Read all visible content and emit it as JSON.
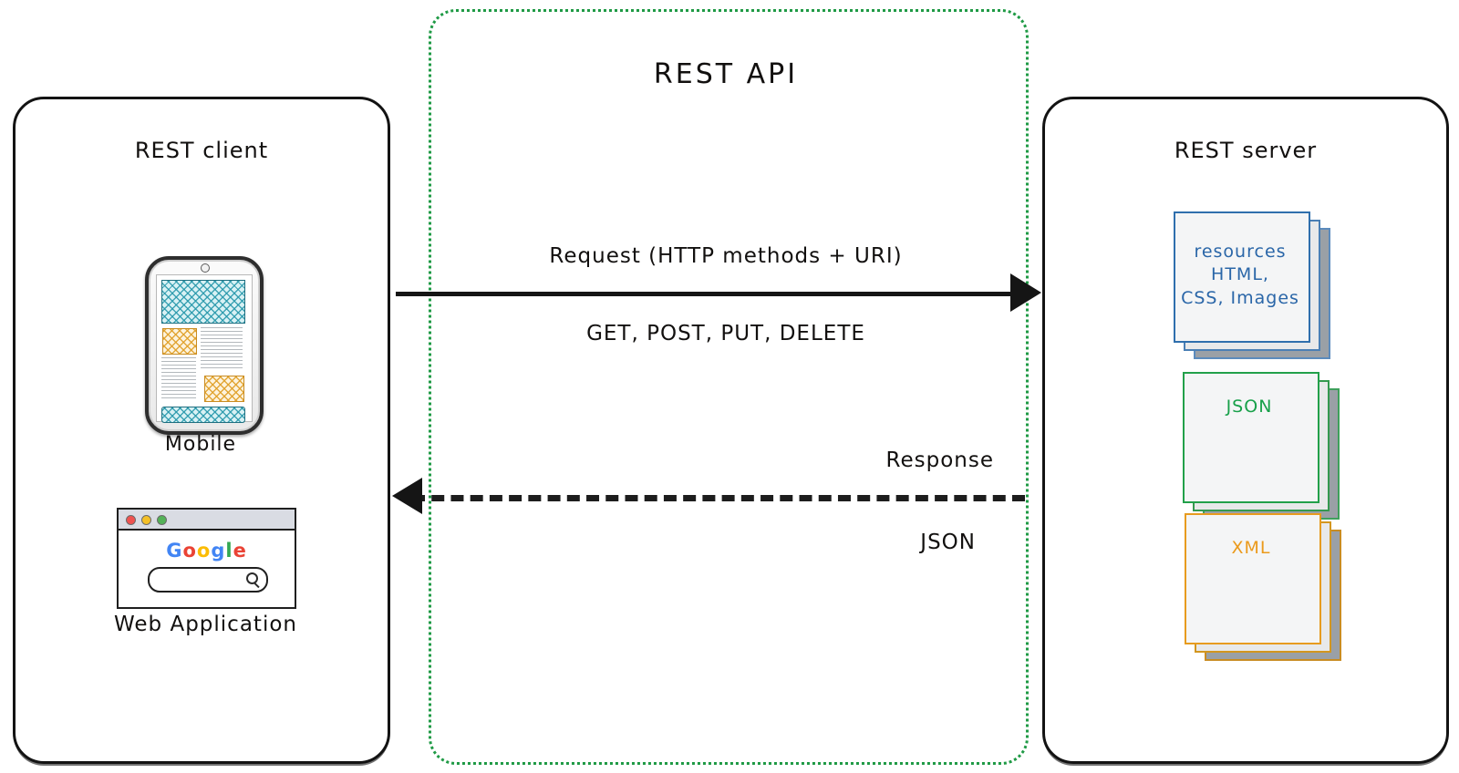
{
  "diagram": {
    "title": "REST API architecture diagram",
    "api_region": {
      "title": "REST API",
      "border_color": "#1f9a45"
    },
    "client": {
      "title": "REST client",
      "devices": [
        {
          "name": "mobile",
          "caption": "Mobile"
        },
        {
          "name": "web-application",
          "caption": "Web Application",
          "browser": {
            "logo_letters": [
              "G",
              "o",
              "o",
              "g",
              "l",
              "e"
            ],
            "logo_colors": [
              "#4285F4",
              "#EA4335",
              "#FBBC05",
              "#4285F4",
              "#34A853",
              "#EA4335"
            ],
            "traffic_lights": [
              "#ef5350",
              "#f4c027",
              "#53b257"
            ],
            "search_placeholder": ""
          }
        }
      ]
    },
    "server": {
      "title": "REST server",
      "stacks": [
        {
          "id": "resources",
          "label": "resources\nHTML,\nCSS, Images",
          "color": "#2a66a8"
        },
        {
          "id": "json",
          "label": "JSON",
          "color": "#18a04a"
        },
        {
          "id": "xml",
          "label": "XML",
          "color": "#eb9a1b"
        }
      ]
    },
    "flows": [
      {
        "id": "request",
        "direction": "client-to-server",
        "style": "solid",
        "label_above": "Request (HTTP methods + URI)",
        "label_below": "GET, POST, PUT, DELETE"
      },
      {
        "id": "response",
        "direction": "server-to-client",
        "style": "dashed",
        "label_above": "Response",
        "label_below": "JSON"
      }
    ]
  }
}
